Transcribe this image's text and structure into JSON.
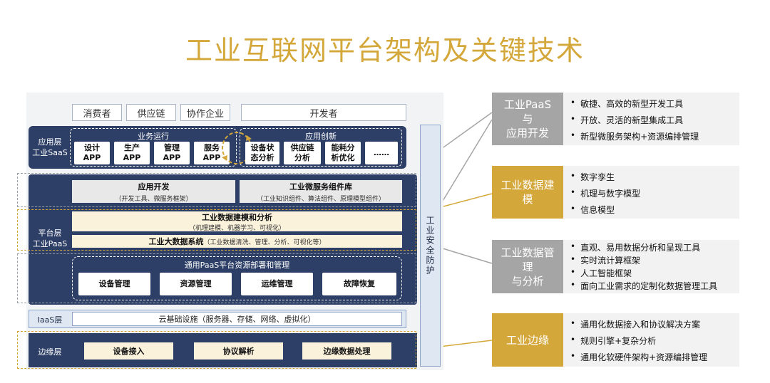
{
  "title": "工业互联网平台架构及关键技术",
  "top_chips": [
    "消费者",
    "供应链",
    "协作企业",
    "开发者"
  ],
  "app_layer": {
    "label_line1": "应用层",
    "label_line2": "工业SaaS",
    "biz_title": "业务运行",
    "biz_apps": [
      {
        "l1": "设计",
        "l2": "APP"
      },
      {
        "l1": "生产",
        "l2": "APP"
      },
      {
        "l1": "管理",
        "l2": "APP"
      },
      {
        "l1": "服务",
        "l2": "APP"
      }
    ],
    "innov_title": "应用创新",
    "innov_apps": [
      {
        "l1": "设备状",
        "l2": "态分析"
      },
      {
        "l1": "供应链",
        "l2": "分析"
      },
      {
        "l1": "能耗分",
        "l2": "析优化"
      },
      {
        "l1": "……",
        "l2": ""
      }
    ]
  },
  "platform": {
    "label_line1": "平台层",
    "label_line2": "工业PaaS",
    "app_dev": {
      "name": "应用开发",
      "note": "（开发工具、微服务框架）"
    },
    "micro": {
      "name": "工业微服务组件库",
      "note": "（工业知识组件、算法组件、原理模型组件）"
    },
    "modeling": {
      "name": "工业数据建模和分析",
      "note": "（机理建模、机器学习、可视化）"
    },
    "bigdata": {
      "name": "工业大数据系统",
      "note": "（工业数据清洗、管理、分析、可视化等）"
    },
    "resource_title": "通用PaaS平台资源部署和管理",
    "resource_items": [
      "设备管理",
      "资源管理",
      "运维管理",
      "故障恢复"
    ]
  },
  "iaas": {
    "label": "IaaS层",
    "content": "云基础设施（服务器、存储、网络、虚拟化）"
  },
  "edge": {
    "label": "边缘层",
    "items": [
      "设备接入",
      "协议解析",
      "边缘数据处理"
    ]
  },
  "security": "工业安全防护",
  "right": [
    {
      "name": "工业PaaS\n与\n应用开发",
      "color": "#a5a5a5",
      "points": [
        "敏捷、高效的新型开发工具",
        "开放、灵活的新型集成工具",
        "新型微服务架构+资源编排管理"
      ]
    },
    {
      "name": "工业数据建\n模",
      "color": "#d4a73a",
      "points": [
        "数字孪生",
        "机理与数字模型",
        "信息模型"
      ]
    },
    {
      "name": "工业数据管\n理\n与分析",
      "color": "#a5a5a5",
      "points": [
        "直观、易用数据分析和呈现工具",
        "实时流计算框架",
        "人工智能框架",
        "面向工业需求的定制化数据管理工具"
      ]
    },
    {
      "name": "工业边缘",
      "color": "#d4a73a",
      "points": [
        "通用化数据接入和协议解决方案",
        "规则引擎+复杂分析",
        "通用化软硬件架构+资源编排管理"
      ]
    }
  ],
  "bullet": "•",
  "colors": {
    "navy": "#2d3f66",
    "gold": "#d4a73a",
    "grey": "#a5a5a5"
  }
}
